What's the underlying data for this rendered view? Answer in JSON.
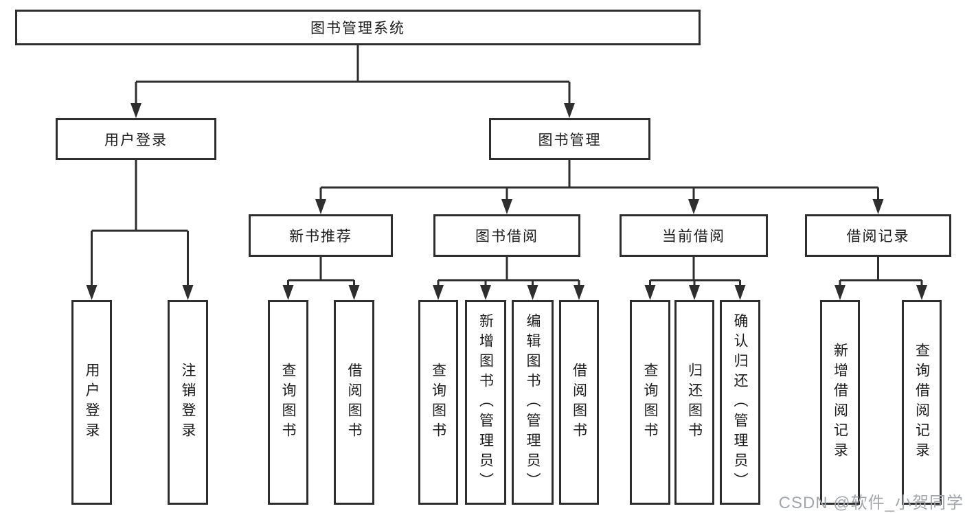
{
  "nodes": {
    "root": {
      "label": "图书管理系统"
    },
    "user_login": {
      "label": "用户登录"
    },
    "book_mgmt": {
      "label": "图书管理"
    },
    "new_book_rec": {
      "label": "新书推荐"
    },
    "book_borrow": {
      "label": "图书借阅"
    },
    "current_borrow": {
      "label": "当前借阅"
    },
    "borrow_record": {
      "label": "借阅记录"
    },
    "leaf_user_login": {
      "label": "用户登录"
    },
    "leaf_logout": {
      "label": "注销登录"
    },
    "leaf_rec_query": {
      "label": "查询图书"
    },
    "leaf_rec_borrow": {
      "label": "借阅图书"
    },
    "leaf_bor_query": {
      "label": "查询图书"
    },
    "leaf_bor_add": {
      "label": "新增图书（管理员）"
    },
    "leaf_bor_edit": {
      "label": "编辑图书（管理员）"
    },
    "leaf_bor_borrow": {
      "label": "借阅图书"
    },
    "leaf_cur_query": {
      "label": "查询图书"
    },
    "leaf_cur_return": {
      "label": "归还图书"
    },
    "leaf_cur_confirm": {
      "label": "确认归还（管理员）"
    },
    "leaf_rec2_add": {
      "label": "新增借阅记录"
    },
    "leaf_rec2_query": {
      "label": "查询借阅记录"
    }
  },
  "hierarchy": [
    [
      "root",
      "user_login"
    ],
    [
      "root",
      "book_mgmt"
    ],
    [
      "user_login",
      "leaf_user_login"
    ],
    [
      "user_login",
      "leaf_logout"
    ],
    [
      "book_mgmt",
      "new_book_rec"
    ],
    [
      "book_mgmt",
      "book_borrow"
    ],
    [
      "book_mgmt",
      "current_borrow"
    ],
    [
      "book_mgmt",
      "borrow_record"
    ],
    [
      "new_book_rec",
      "leaf_rec_query"
    ],
    [
      "new_book_rec",
      "leaf_rec_borrow"
    ],
    [
      "book_borrow",
      "leaf_bor_query"
    ],
    [
      "book_borrow",
      "leaf_bor_add"
    ],
    [
      "book_borrow",
      "leaf_bor_edit"
    ],
    [
      "book_borrow",
      "leaf_bor_borrow"
    ],
    [
      "current_borrow",
      "leaf_cur_query"
    ],
    [
      "current_borrow",
      "leaf_cur_return"
    ],
    [
      "current_borrow",
      "leaf_cur_confirm"
    ],
    [
      "borrow_record",
      "leaf_rec2_add"
    ],
    [
      "borrow_record",
      "leaf_rec2_query"
    ]
  ],
  "watermark": {
    "text": "CSDN @软件_小贺同学"
  },
  "colors": {
    "line": "#2e2e2e",
    "text": "#1c1c1c",
    "watermark": "#a3a7ac",
    "background": "#ffffff"
  }
}
